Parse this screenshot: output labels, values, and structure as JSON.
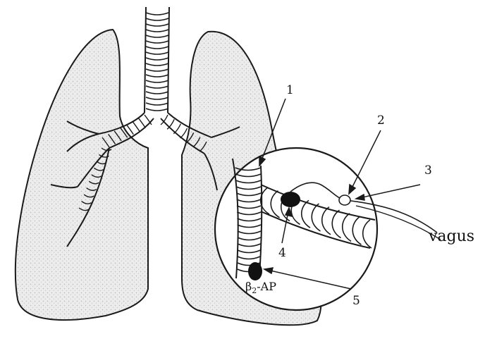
{
  "labels": {
    "l1": "1",
    "l2": "2",
    "l3": "3",
    "l4": "4",
    "l5": "5",
    "vagus": "vagus",
    "beta_main": "β",
    "beta_sub": "2",
    "beta_rest": "-AP"
  },
  "colors": {
    "stroke": "#1a1a1a",
    "lung_fill": "#e4e4e4",
    "lens_fill": "#ffffff",
    "receptor": "#111111"
  }
}
